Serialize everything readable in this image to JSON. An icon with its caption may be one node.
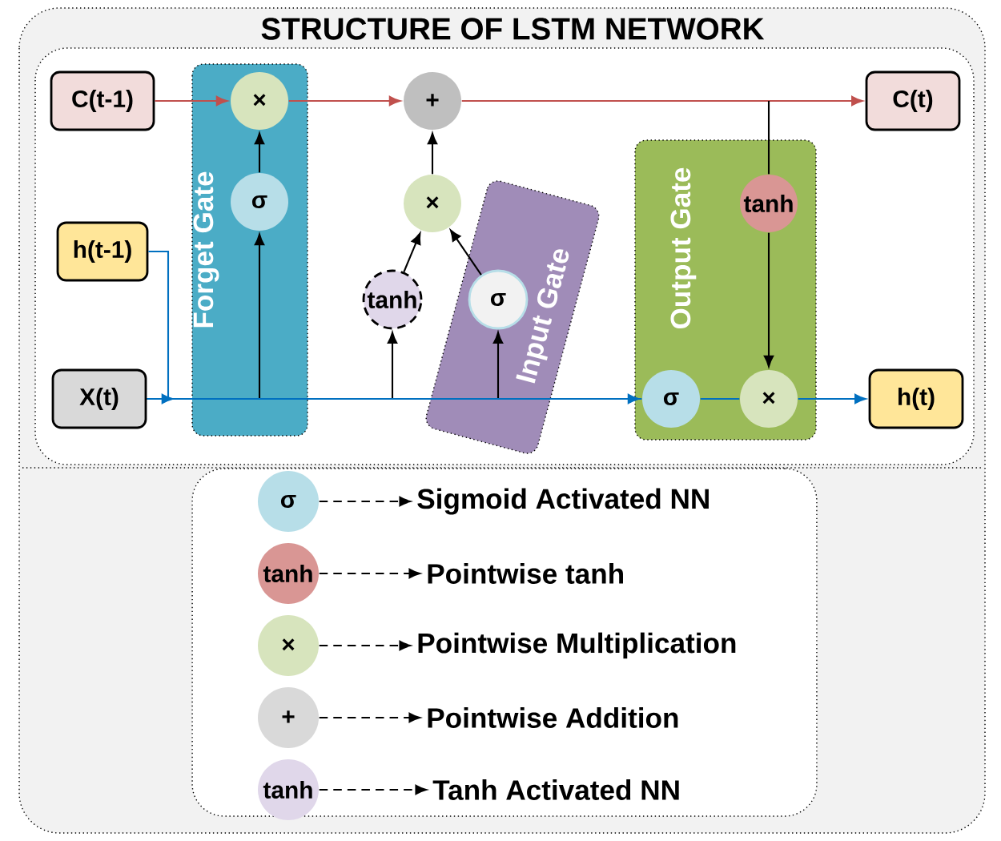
{
  "diagram": {
    "title": "STRUCTURE OF LSTM NETWORK",
    "nodes": [
      {
        "text": [
          "C(t-1)"
        ]
      },
      {
        "text": [
          "h(t-1)"
        ]
      },
      {
        "text": [
          "X(t)"
        ]
      },
      {
        "text": [
          "Forget Gate"
        ]
      },
      {
        "text": [
          "×"
        ],
        "in": 3
      },
      {
        "text": [
          "σ"
        ],
        "in": 3
      },
      {
        "text": [
          "+"
        ]
      },
      {
        "text": [
          "×"
        ]
      },
      {
        "text": [
          "tanh"
        ]
      },
      {
        "text": [
          "Input Gate"
        ]
      },
      {
        "text": [
          "σ"
        ],
        "in": 9
      },
      {
        "text": [
          "Output Gate"
        ]
      },
      {
        "text": [
          "tanh"
        ],
        "in": 11
      },
      {
        "text": [
          "σ"
        ],
        "in": 11
      },
      {
        "text": [
          "×"
        ],
        "in": 11
      },
      {
        "text": [
          "C(t)"
        ]
      },
      {
        "text": [
          "h(t)"
        ]
      },
      {
        "text": [],
        "shape": "box"
      },
      {
        "text": [
          "σ"
        ],
        "in": 17
      },
      {
        "text": [
          "Sigmoid Activated NN"
        ],
        "in": 17
      },
      {
        "text": [
          "tanh"
        ],
        "in": 17
      },
      {
        "text": [
          "Pointwise tanh"
        ],
        "in": 17
      },
      {
        "text": [
          "×"
        ],
        "in": 17
      },
      {
        "text": [
          "Pointwise Multiplication"
        ],
        "in": 17
      },
      {
        "text": [
          "+"
        ],
        "in": 17
      },
      {
        "text": [
          "Pointwise Addition"
        ],
        "in": 17
      },
      {
        "text": [
          "tanh"
        ],
        "in": 17
      },
      {
        "text": [
          "Tanh Activated NN"
        ],
        "in": 17
      }
    ],
    "edges": [
      {
        "from": 0,
        "to": 4,
        "arrow": "to",
        "color": "#c0504d"
      },
      {
        "from": 4,
        "to": 6,
        "arrow": "to",
        "color": "#c0504d"
      },
      {
        "from": 6,
        "to": 15,
        "arrow": "to",
        "color": "#c0504d"
      },
      {
        "from": 5,
        "to": 4,
        "arrow": "to"
      },
      {
        "from": 8,
        "to": 7,
        "arrow": "to"
      },
      {
        "from": 10,
        "to": 7,
        "arrow": "to"
      },
      {
        "from": 7,
        "to": 6,
        "arrow": "to"
      },
      {
        "from": null,
        "to": 12,
        "arrow": "none"
      },
      {
        "from": 12,
        "to": 14,
        "arrow": "to"
      },
      {
        "from": 2,
        "to": 5,
        "arrow": "to"
      },
      {
        "from": 2,
        "to": 8,
        "arrow": "to"
      },
      {
        "from": 2,
        "to": 10,
        "arrow": "to"
      },
      {
        "from": 2,
        "to": 13,
        "arrow": "none",
        "color": "#0070c0"
      },
      {
        "from": 1,
        "to": 13,
        "arrow": "to",
        "color": "#0070c0"
      },
      {
        "from": 13,
        "to": 14,
        "arrow": "none",
        "color": "#0070c0"
      },
      {
        "from": 14,
        "to": 16,
        "arrow": "to",
        "color": "#0070c0"
      },
      {
        "from": 18,
        "to": 19,
        "arrow": "to",
        "style": "dashed"
      },
      {
        "from": 20,
        "to": 21,
        "arrow": "to",
        "style": "dashed"
      },
      {
        "from": 22,
        "to": 23,
        "arrow": "to",
        "style": "dashed"
      },
      {
        "from": 24,
        "to": 25,
        "arrow": "to",
        "style": "dashed"
      },
      {
        "from": 26,
        "to": 27,
        "arrow": "to",
        "style": "dashed"
      }
    ]
  }
}
